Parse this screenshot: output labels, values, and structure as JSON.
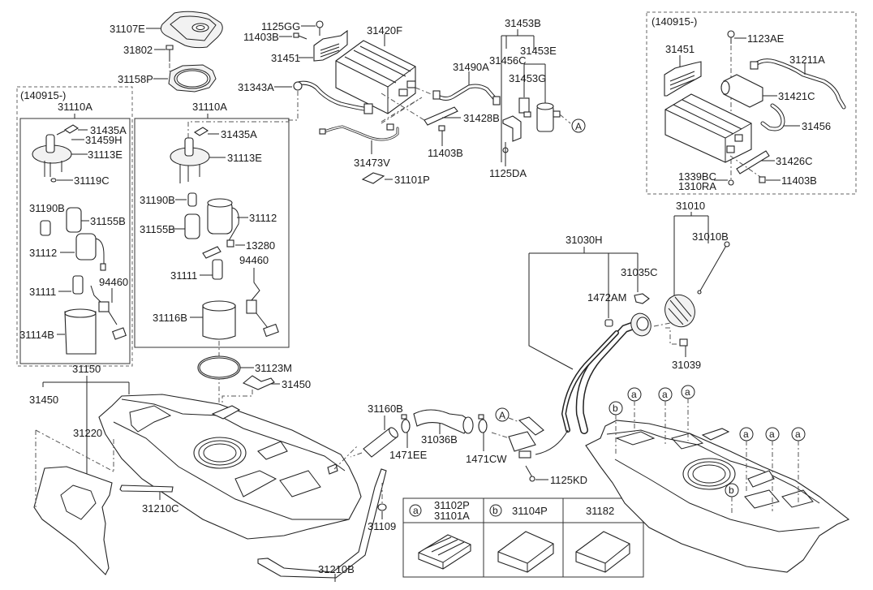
{
  "diagram": {
    "type": "exploded-parts-diagram",
    "subject": "fuel tank, fuel pump module, filler neck and canister assembly"
  },
  "variant_boxes": {
    "left_box_label": "(140915-)",
    "right_box_label": "(140915-)"
  },
  "labels": {
    "p31107E": "31107E",
    "p31802": "31802",
    "p31158P": "31158P",
    "p1125GG": "1125GG",
    "p11403B_top": "11403B",
    "p31451": "31451",
    "p31420F": "31420F",
    "p31343A": "31343A",
    "p31490A": "31490A",
    "p31453B": "31453B",
    "p31453E": "31453E",
    "p31456C": "31456C",
    "p31453G": "31453G",
    "p31428B": "31428B",
    "p11403B_mid": "11403B",
    "p31473V": "31473V",
    "p1125DA": "1125DA",
    "p31101P": "31101P",
    "circle_A_top": "A",
    "l_31110A": "31110A",
    "l_31435A": "31435A",
    "l_31459H": "31459H",
    "l_31113E": "31113E",
    "l_31119C": "31119C",
    "l_31190B": "31190B",
    "l_31155B": "31155B",
    "l_31112": "31112",
    "l_31111": "31111",
    "l_94460": "94460",
    "l_31114B": "31114B",
    "m_31110A": "31110A",
    "m_31435A": "31435A",
    "m_31113E": "31113E",
    "m_31190B": "31190B",
    "m_31112": "31112",
    "m_31155B": "31155B",
    "m_13280": "13280",
    "m_94460": "94460",
    "m_31111": "31111",
    "m_31116B": "31116B",
    "r_1123AE": "1123AE",
    "r_31451": "31451",
    "r_31211A": "31211A",
    "r_31421C": "31421C",
    "r_31456": "31456",
    "r_31426C": "31426C",
    "r_1339BC": "1339BC",
    "r_1310RA": "1310RA",
    "r_11403B": "11403B",
    "p31010": "31010",
    "p31010B": "31010B",
    "p31030H": "31030H",
    "p31035C": "31035C",
    "p1472AM": "1472AM",
    "p31039": "31039",
    "p31123M": "31123M",
    "p31450_mid": "31450",
    "p31150": "31150",
    "p31450_left": "31450",
    "p31220": "31220",
    "p31210C": "31210C",
    "p31210B": "31210B",
    "p31109": "31109",
    "p31160B": "31160B",
    "p1471EE": "1471EE",
    "p31036B": "31036B",
    "p1471CW": "1471CW",
    "p1125KD": "1125KD",
    "circle_A_mid": "A"
  },
  "callouts_right_tank": [
    "b",
    "a",
    "a",
    "a",
    "a",
    "a",
    "a",
    "b"
  ],
  "legend_table": {
    "columns": [
      {
        "marker": "a",
        "parts": [
          "31102P",
          "31101A"
        ],
        "shape": "grooved-pad"
      },
      {
        "marker": "b",
        "parts": [
          "31104P"
        ],
        "shape": "flat-pad"
      },
      {
        "marker": "",
        "parts": [
          "31182"
        ],
        "shape": "flat-pad"
      }
    ]
  }
}
